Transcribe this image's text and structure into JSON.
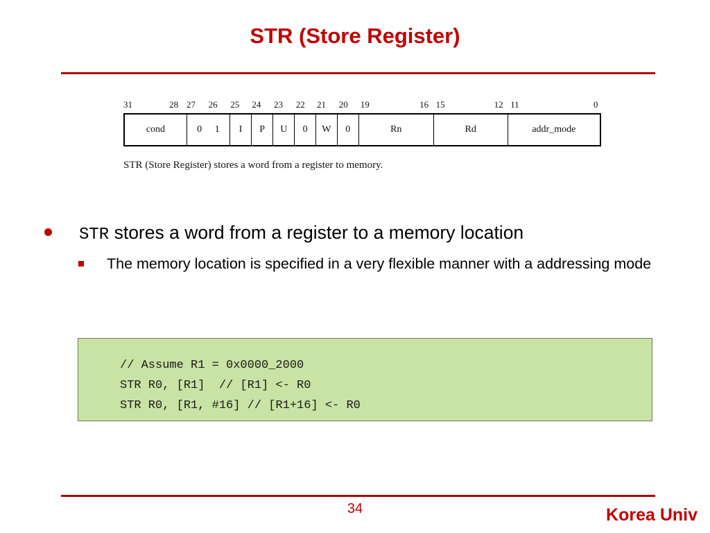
{
  "slide": {
    "title": "STR (Store Register)",
    "page_number": "34",
    "brand": "Korea Univ",
    "accent_color": "#c00000",
    "rule_color": "#a60707"
  },
  "encoding_diagram": {
    "caption": "STR (Store Register) stores a word from a register to memory.",
    "bit_labels": [
      {
        "text": "31",
        "left_pct": 0.0
      },
      {
        "text": "28",
        "left_pct": 9.6
      },
      {
        "text": "27",
        "left_pct": 13.2
      },
      {
        "text": "26",
        "left_pct": 17.8
      },
      {
        "text": "25",
        "left_pct": 22.4
      },
      {
        "text": "24",
        "left_pct": 26.9
      },
      {
        "text": "23",
        "left_pct": 31.5
      },
      {
        "text": "22",
        "left_pct": 36.1
      },
      {
        "text": "21",
        "left_pct": 40.5
      },
      {
        "text": "20",
        "left_pct": 45.1
      },
      {
        "text": "19",
        "left_pct": 49.6
      },
      {
        "text": "16",
        "left_pct": 62.0
      },
      {
        "text": "15",
        "left_pct": 65.4
      },
      {
        "text": "12",
        "left_pct": 77.6
      },
      {
        "text": "11",
        "left_pct": 81.0
      },
      {
        "text": "0",
        "left_pct": 98.4
      }
    ],
    "fields": [
      {
        "label": "cond",
        "width_pct": 13.1,
        "bits": "31-28"
      },
      {
        "label": "0",
        "label2": "1",
        "width_pct": 9.1,
        "bits": "27-26"
      },
      {
        "label": "I",
        "width_pct": 4.5,
        "bits": "25"
      },
      {
        "label": "P",
        "width_pct": 4.6,
        "bits": "24"
      },
      {
        "label": "U",
        "width_pct": 4.5,
        "bits": "23"
      },
      {
        "label": "0",
        "width_pct": 4.5,
        "bits": "22"
      },
      {
        "label": "W",
        "width_pct": 4.5,
        "bits": "21"
      },
      {
        "label": "0",
        "width_pct": 4.5,
        "bits": "20"
      },
      {
        "label": "Rn",
        "width_pct": 15.8,
        "bits": "19-16"
      },
      {
        "label": "Rd",
        "width_pct": 15.6,
        "bits": "15-12"
      },
      {
        "label": "addr_mode",
        "width_pct": 19.3,
        "bits": "11-0"
      }
    ]
  },
  "bullets": {
    "level1_mono": "STR",
    "level1_rest": " stores a word from a register to a memory location",
    "level2": "The memory location is specified in a very flexible manner with a addressing mode"
  },
  "code_example": {
    "background_color": "#c9e3a4",
    "lines": [
      "// Assume R1 = 0x0000_2000",
      "STR R0, [R1]  // [R1] <- R0",
      "STR R0, [R1, #16] // [R1+16] <- R0"
    ]
  }
}
